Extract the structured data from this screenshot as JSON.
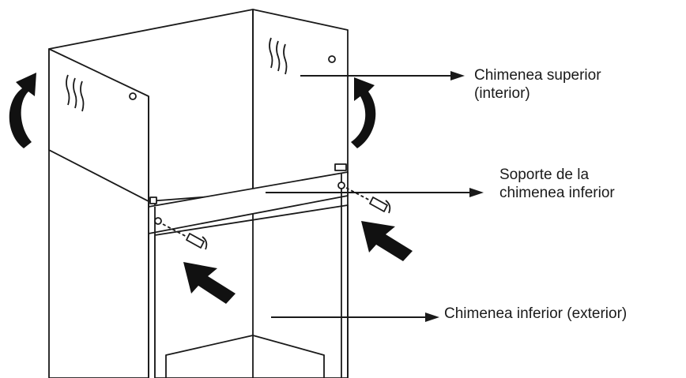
{
  "labels": {
    "upper_chimney": [
      "Chimenea superior",
      "(interior)"
    ],
    "bracket": [
      "Soporte de la",
      "chimenea inferior"
    ],
    "lower_chimney": [
      "Chimenea inferior (exterior)"
    ]
  },
  "colors": {
    "line": "#1a1a1a",
    "panel": "#ffffff"
  }
}
